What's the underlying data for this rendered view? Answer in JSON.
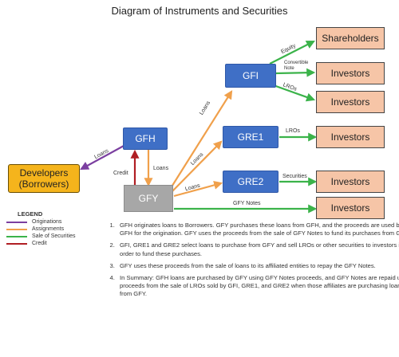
{
  "title": "Diagram of Instruments and Securities",
  "colors": {
    "originations": "#7b3fa0",
    "assignments": "#f0a04b",
    "sale_of_securities": "#3bb34a",
    "credit": "#b01e23",
    "entity_blue": "#3f6fc6",
    "gfy_gray": "#a7a7a7",
    "investor_peach": "#f6c5a7",
    "developer_gold": "#f5b41c"
  },
  "nodes": {
    "developers": "Developers",
    "developers_sub": "(Borrowers)",
    "gfh": "GFH",
    "gfy": "GFY",
    "gfi": "GFI",
    "gre1": "GRE1",
    "gre2": "GRE2",
    "shareholders": "Shareholders",
    "investors": "Investors"
  },
  "edge_labels": {
    "loans_gfh_dev": "Loans",
    "credit": "Credit",
    "loans_gfh_gfy": "Loans",
    "loans_gfy_gfi": "Loans",
    "loans_gfy_gre1": "Loans",
    "loans_gfy_gre2": "Loans",
    "equity": "Equity",
    "convertible_note": "Convertible Note",
    "lros_gfi": "LROs",
    "lros_gre1": "LROs",
    "securities": "Securities",
    "gfy_notes": "GFY Notes"
  },
  "legend": {
    "title": "LEGEND",
    "items": [
      "Originations",
      "Assignments",
      "Sale of Securities",
      "Credit"
    ]
  },
  "notes": [
    "GFH originates loans to Borrowers. GFY purchases these loans from GFH, and the proceeds are used by GFH for the origination. GFY uses the proceeds from the sale of GFY Notes to fund its purchases from GFH.",
    "GFI, GRE1 and GRE2 select loans to purchase from GFY and sell LROs or other securities to investors in order to fund these purchases.",
    "GFY uses these proceeds from the sale of loans to its affiliated entities to repay the GFY Notes.",
    "In Summary: GFH loans are purchased by GFY using GFY Notes proceeds, and GFY Notes are repaid using proceeds from the sale of LROs sold by GFI, GRE1, and GRE2 when those affiliates are purchasing loans from GFY."
  ]
}
